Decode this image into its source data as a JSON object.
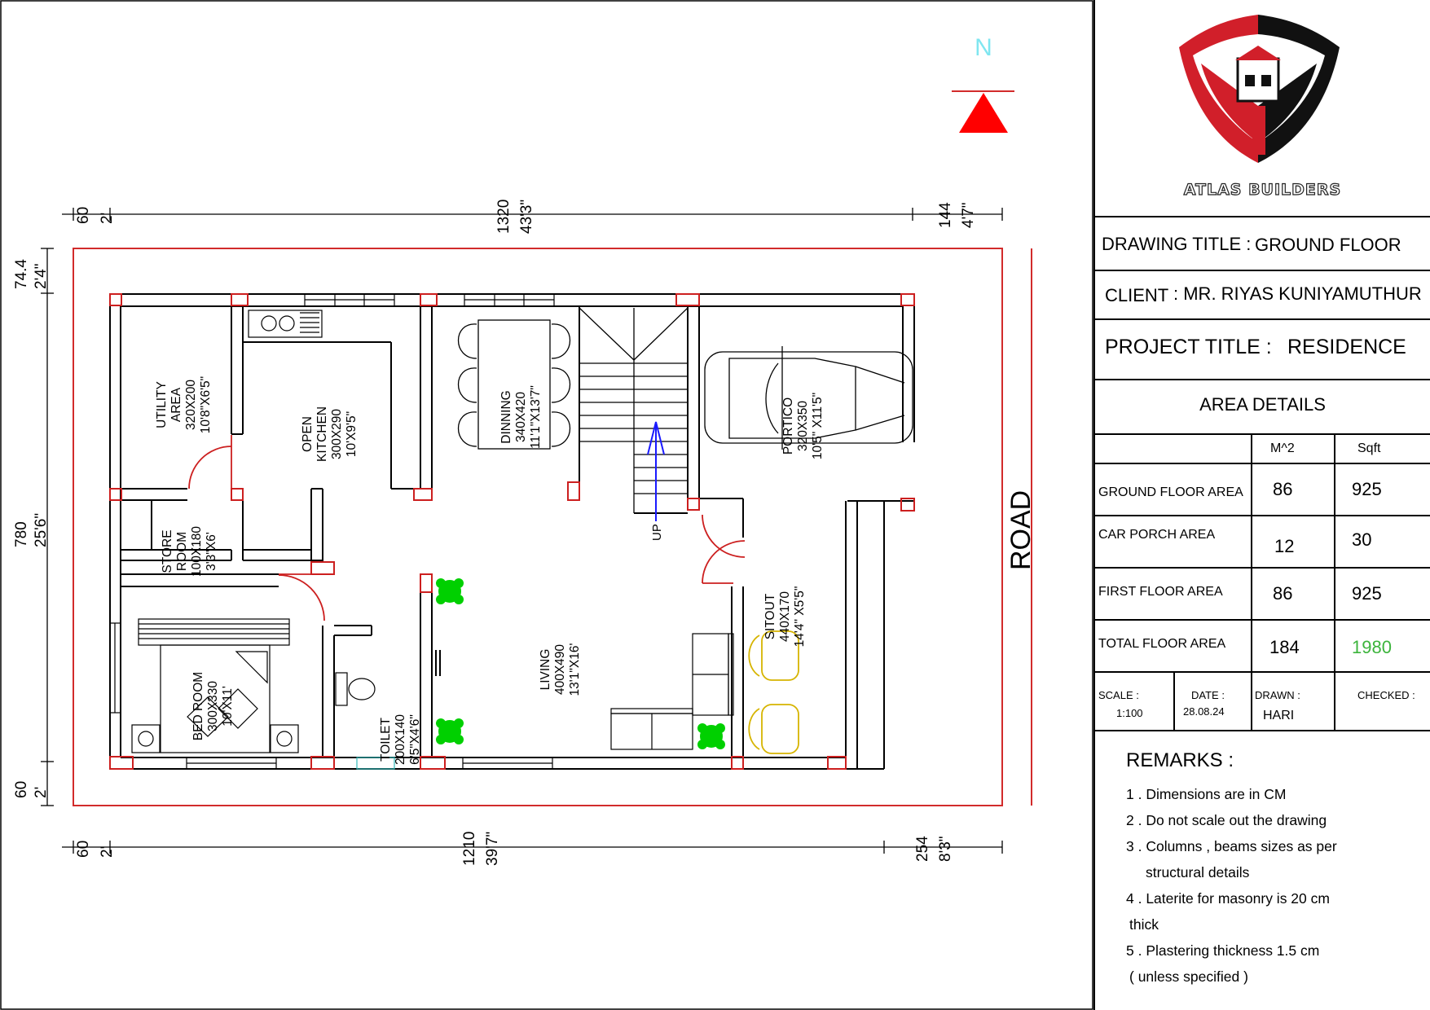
{
  "north_label": "N",
  "road_label": "ROAD",
  "dimensions": {
    "top": [
      {
        "cm": "60",
        "ft": "2'"
      },
      {
        "cm": "1320",
        "ft": "43'3\""
      },
      {
        "cm": "144",
        "ft": "4'7\""
      }
    ],
    "bottom": [
      {
        "cm": "60",
        "ft": "2'"
      },
      {
        "cm": "1210",
        "ft": "39'7\""
      },
      {
        "cm": "254",
        "ft": "8'3\""
      }
    ],
    "left": [
      {
        "cm": "74.4",
        "ft": "2'4\""
      },
      {
        "cm": "780",
        "ft": "25'6\""
      },
      {
        "cm": "60",
        "ft": "2'"
      }
    ]
  },
  "rooms": {
    "utility": [
      "UTILITY",
      "AREA",
      "320X200",
      "10'8\"X6'5\""
    ],
    "kitchen": [
      "OPEN",
      "KITCHEN",
      "300X290",
      "10'X9'5\""
    ],
    "dinning": [
      "DINNING",
      "340X420",
      "11'1\"X13'7\""
    ],
    "portico": [
      "PORTICO",
      "320X350",
      "10'5\" X11'5\""
    ],
    "store": [
      "STORE",
      "ROOM",
      "100X180",
      "3'3\"X6'"
    ],
    "bedroom": [
      "BED ROOM",
      "300X330",
      "10'X11'"
    ],
    "toilet": [
      "TOILET",
      "200X140",
      "6'5\"X4'6\""
    ],
    "living": [
      "LIVING",
      "400X490",
      "13'1\"X16'"
    ],
    "sitout": [
      "SITOUT",
      "440X170",
      "14'4\" X5'5\""
    ],
    "stair_up": "UP"
  },
  "title_block": {
    "logo_text": "ATLAS BUILDERS",
    "drawing_title_label": "DRAWING TITLE :",
    "drawing_title_value": "GROUND FLOOR",
    "client_label": "CLIENT",
    "client_value": ": MR. RIYAS KUNIYAMUTHUR",
    "project_title_label": "PROJECT TITLE :",
    "project_title_value": "RESIDENCE",
    "area_details_heading": "AREA DETAILS",
    "area_columns": [
      "M^2",
      "Sqft"
    ],
    "area_rows": [
      {
        "label": "GROUND FLOOR AREA",
        "m2": "86",
        "sqft": "925"
      },
      {
        "label": "CAR PORCH AREA",
        "m2": "12",
        "sqft": "30"
      },
      {
        "label": "FIRST FLOOR AREA",
        "m2": "86",
        "sqft": "925"
      },
      {
        "label": "TOTAL FLOOR AREA",
        "m2": "184",
        "sqft": "1980"
      }
    ],
    "total_sqft_color": "#3cb43c",
    "scale_label": "SCALE :",
    "scale_value": "1:100",
    "date_label": "DATE :",
    "date_value": "28.08.24",
    "drawn_label": "DRAWN :",
    "drawn_value": "HARI",
    "checked_label": "CHECKED :",
    "remarks_title": "REMARKS :",
    "remarks": [
      "1 . Dimensions are in CM",
      "2 . Do not scale out the drawing",
      "3 . Columns , beams sizes as per",
      "structural details",
      "4 . Laterite for masonry is 20 cm",
      "thick",
      "5 . Plastering thickness 1.5 cm",
      "( unless specified )"
    ]
  },
  "colors": {
    "plot_line": "#d22b2b",
    "column": "#cc1f1f",
    "north_arrow": "#ff0000",
    "north_text": "#7fe6f0",
    "plants": "#00d000",
    "chairs": "#d6b400",
    "stair_arrow": "#1a1aff",
    "logo_red": "#d11f2a",
    "logo_black": "#111111"
  }
}
